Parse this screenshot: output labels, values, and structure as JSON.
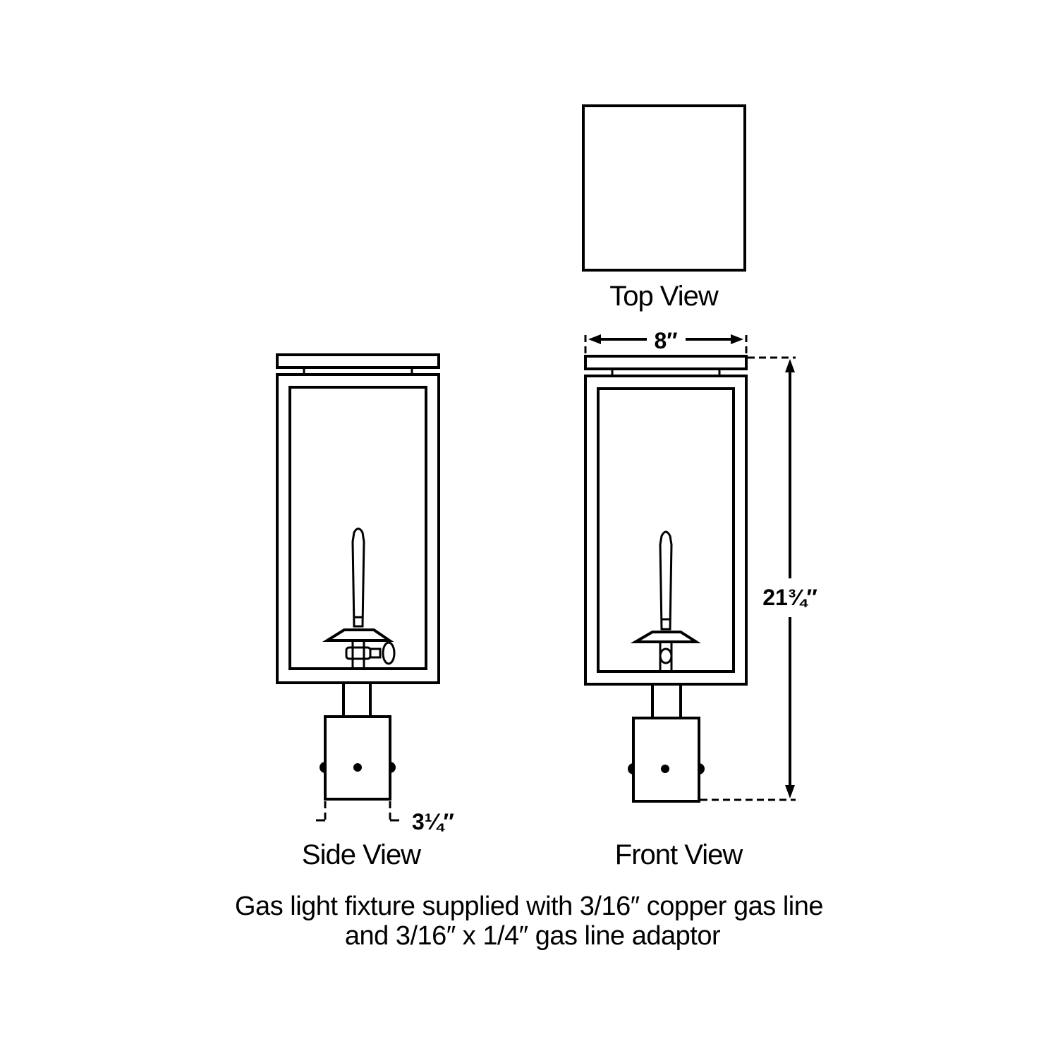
{
  "views": {
    "top": "Top View",
    "side": "Side View",
    "front": "Front View"
  },
  "dimensions": {
    "width": "8″",
    "height": "21¾″",
    "base_width": "3¼″"
  },
  "caption": {
    "line1": "Gas light fixture supplied with 3/16″ copper gas line",
    "line2": "and 3/16″ x 1/4″ gas line adaptor"
  }
}
